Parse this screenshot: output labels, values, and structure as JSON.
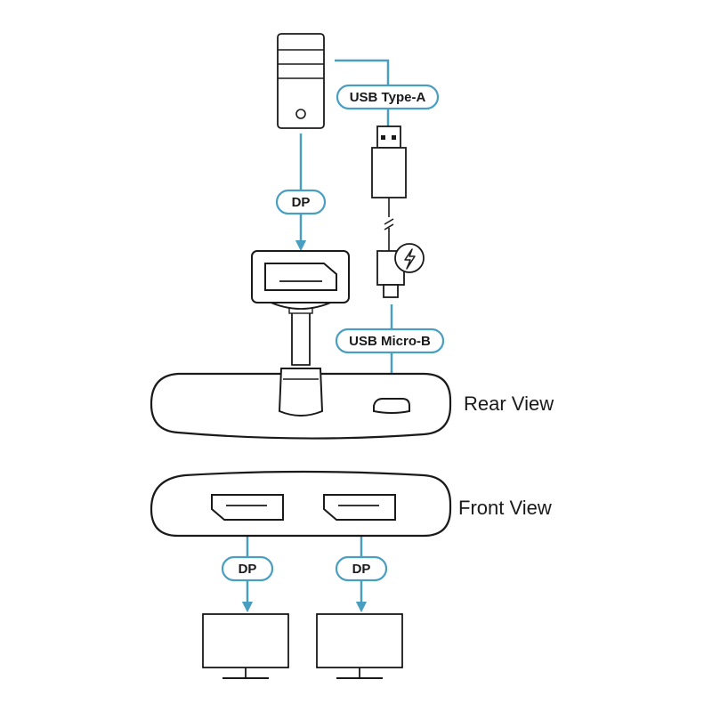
{
  "labels": {
    "usb_type_a": "USB Type-A",
    "dp_top": "DP",
    "usb_micro_b": "USB Micro-B",
    "rear_view": "Rear View",
    "front_view": "Front View",
    "dp_left": "DP",
    "dp_right": "DP"
  },
  "colors": {
    "accent": "#4a9fc0",
    "outline": "#1a1a1a",
    "device_fill": "#ffffff"
  },
  "icons": [
    "computer-tower-icon",
    "usb-a-plug-icon",
    "charging-bolt-icon",
    "usb-micro-b-plug-icon",
    "displayport-connector-icon",
    "monitor-icon"
  ]
}
